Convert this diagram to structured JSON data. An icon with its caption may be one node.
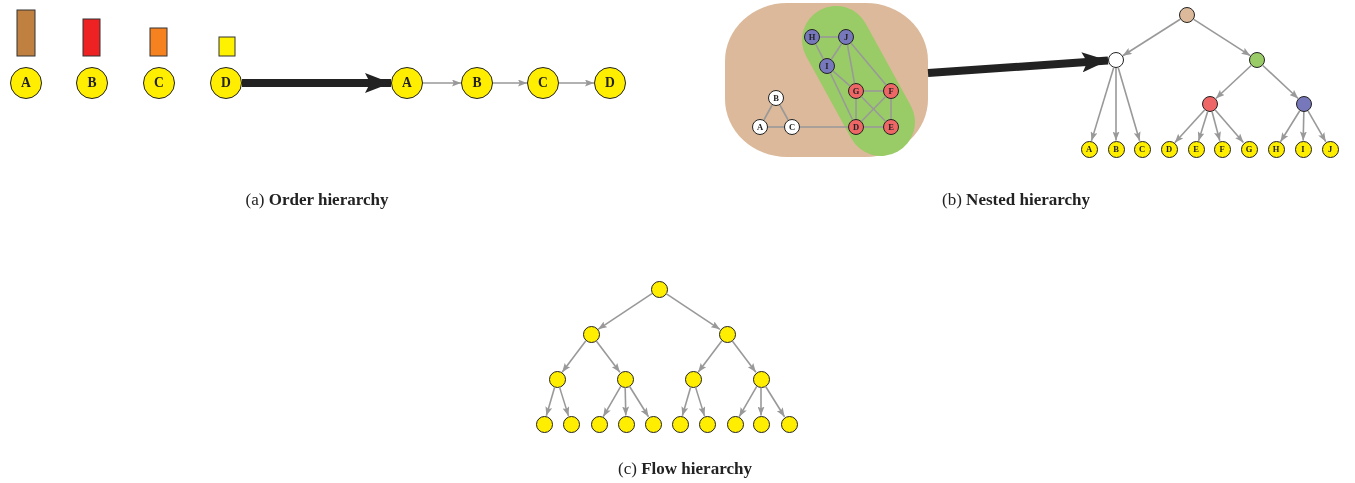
{
  "diagram": {
    "nodes": [
      {
        "text": [
          "A"
        ]
      },
      {
        "text": [
          "B"
        ]
      },
      {
        "text": [
          "C"
        ]
      },
      {
        "text": [
          "D"
        ]
      },
      {
        "text": [
          "A"
        ]
      },
      {
        "text": [
          "B"
        ]
      },
      {
        "text": [
          "C"
        ]
      },
      {
        "text": [
          "D"
        ]
      },
      {
        "text": [],
        "shape": "box"
      },
      {
        "text": [],
        "shape": "band",
        "in": 8
      },
      {
        "text": [
          "H"
        ],
        "in": 9
      },
      {
        "text": [
          "J"
        ],
        "in": 9
      },
      {
        "text": [
          "I"
        ],
        "in": 9
      },
      {
        "text": [
          "G"
        ],
        "in": 9
      },
      {
        "text": [
          "F"
        ],
        "in": 9
      },
      {
        "text": [
          "B"
        ],
        "in": 8
      },
      {
        "text": [
          "A"
        ],
        "in": 8
      },
      {
        "text": [
          "C"
        ],
        "in": 8
      },
      {
        "text": [
          "D"
        ],
        "in": 9
      },
      {
        "text": [
          "E"
        ],
        "in": 9
      },
      {
        "text": [],
        "shape": "circle"
      },
      {
        "text": [],
        "shape": "circle"
      },
      {
        "text": [],
        "shape": "circle"
      },
      {
        "text": [],
        "shape": "circle"
      },
      {
        "text": [],
        "shape": "circle"
      },
      {
        "text": [
          "A"
        ]
      },
      {
        "text": [
          "B"
        ]
      },
      {
        "text": [
          "C"
        ]
      },
      {
        "text": [
          "D"
        ]
      },
      {
        "text": [
          "E"
        ]
      },
      {
        "text": [
          "F"
        ]
      },
      {
        "text": [
          "G"
        ]
      },
      {
        "text": [
          "H"
        ]
      },
      {
        "text": [
          "I"
        ]
      },
      {
        "text": [
          "J"
        ]
      },
      {
        "text": [],
        "shape": "circle"
      },
      {
        "text": [],
        "shape": "circle"
      },
      {
        "text": [],
        "shape": "circle"
      },
      {
        "text": [],
        "shape": "circle"
      },
      {
        "text": [],
        "shape": "circle"
      },
      {
        "text": [],
        "shape": "circle"
      },
      {
        "text": [],
        "shape": "circle"
      },
      {
        "text": [],
        "shape": "circle"
      },
      {
        "text": [],
        "shape": "circle"
      },
      {
        "text": [],
        "shape": "circle"
      },
      {
        "text": [],
        "shape": "circle"
      },
      {
        "text": [],
        "shape": "circle"
      },
      {
        "text": [],
        "shape": "circle"
      },
      {
        "text": [],
        "shape": "circle"
      },
      {
        "text": [],
        "shape": "circle"
      },
      {
        "text": [],
        "shape": "circle"
      },
      {
        "text": [],
        "shape": "circle"
      }
    ],
    "edges": [
      {
        "from": 3,
        "to": 4,
        "arrow": "to",
        "style": "thick",
        "color": "#222222"
      },
      {
        "from": 4,
        "to": 5,
        "arrow": "to"
      },
      {
        "from": 5,
        "to": 6,
        "arrow": "to"
      },
      {
        "from": 6,
        "to": 7,
        "arrow": "to"
      },
      {
        "from": 10,
        "to": 11,
        "arrow": "none"
      },
      {
        "from": 10,
        "to": 12,
        "arrow": "none"
      },
      {
        "from": 11,
        "to": 12,
        "arrow": "none"
      },
      {
        "from": 11,
        "to": 13,
        "arrow": "none"
      },
      {
        "from": 11,
        "to": 14,
        "arrow": "none"
      },
      {
        "from": 12,
        "to": 13,
        "arrow": "none"
      },
      {
        "from": 12,
        "to": 18,
        "arrow": "none"
      },
      {
        "from": 13,
        "to": 14,
        "arrow": "none"
      },
      {
        "from": 13,
        "to": 18,
        "arrow": "none"
      },
      {
        "from": 13,
        "to": 19,
        "arrow": "none"
      },
      {
        "from": 14,
        "to": 18,
        "arrow": "none"
      },
      {
        "from": 14,
        "to": 19,
        "arrow": "none"
      },
      {
        "from": 18,
        "to": 19,
        "arrow": "none"
      },
      {
        "from": 15,
        "to": 16,
        "arrow": "none"
      },
      {
        "from": 15,
        "to": 17,
        "arrow": "none"
      },
      {
        "from": 16,
        "to": 17,
        "arrow": "none"
      },
      {
        "from": 17,
        "to": 18,
        "arrow": "none"
      },
      {
        "from": 8,
        "to": 21,
        "arrow": "to",
        "style": "thick",
        "color": "#222222"
      },
      {
        "from": 20,
        "to": 21,
        "arrow": "to"
      },
      {
        "from": 20,
        "to": 22,
        "arrow": "to"
      },
      {
        "from": 21,
        "to": 25,
        "arrow": "to"
      },
      {
        "from": 21,
        "to": 26,
        "arrow": "to"
      },
      {
        "from": 21,
        "to": 27,
        "arrow": "to"
      },
      {
        "from": 22,
        "to": 23,
        "arrow": "to"
      },
      {
        "from": 22,
        "to": 24,
        "arrow": "to"
      },
      {
        "from": 23,
        "to": 28,
        "arrow": "to"
      },
      {
        "from": 23,
        "to": 29,
        "arrow": "to"
      },
      {
        "from": 23,
        "to": 30,
        "arrow": "to"
      },
      {
        "from": 23,
        "to": 31,
        "arrow": "to"
      },
      {
        "from": 24,
        "to": 32,
        "arrow": "to"
      },
      {
        "from": 24,
        "to": 33,
        "arrow": "to"
      },
      {
        "from": 24,
        "to": 34,
        "arrow": "to"
      },
      {
        "from": 35,
        "to": 36,
        "arrow": "to"
      },
      {
        "from": 35,
        "to": 37,
        "arrow": "to"
      },
      {
        "from": 36,
        "to": 38,
        "arrow": "to"
      },
      {
        "from": 36,
        "to": 39,
        "arrow": "to"
      },
      {
        "from": 37,
        "to": 40,
        "arrow": "to"
      },
      {
        "from": 37,
        "to": 41,
        "arrow": "to"
      },
      {
        "from": 38,
        "to": 42,
        "arrow": "to"
      },
      {
        "from": 38,
        "to": 43,
        "arrow": "to"
      },
      {
        "from": 39,
        "to": 44,
        "arrow": "to"
      },
      {
        "from": 39,
        "to": 45,
        "arrow": "to"
      },
      {
        "from": 39,
        "to": 46,
        "arrow": "to"
      },
      {
        "from": 40,
        "to": 47,
        "arrow": "to"
      },
      {
        "from": 40,
        "to": 48,
        "arrow": "to"
      },
      {
        "from": 41,
        "to": 49,
        "arrow": "to"
      },
      {
        "from": 41,
        "to": 50,
        "arrow": "to"
      },
      {
        "from": 41,
        "to": 51,
        "arrow": "to"
      }
    ],
    "labels": [
      "(a) **Order hierarchy**",
      "(b) **Nested hierarchy**",
      "(c) **Flow hierarchy**"
    ]
  }
}
